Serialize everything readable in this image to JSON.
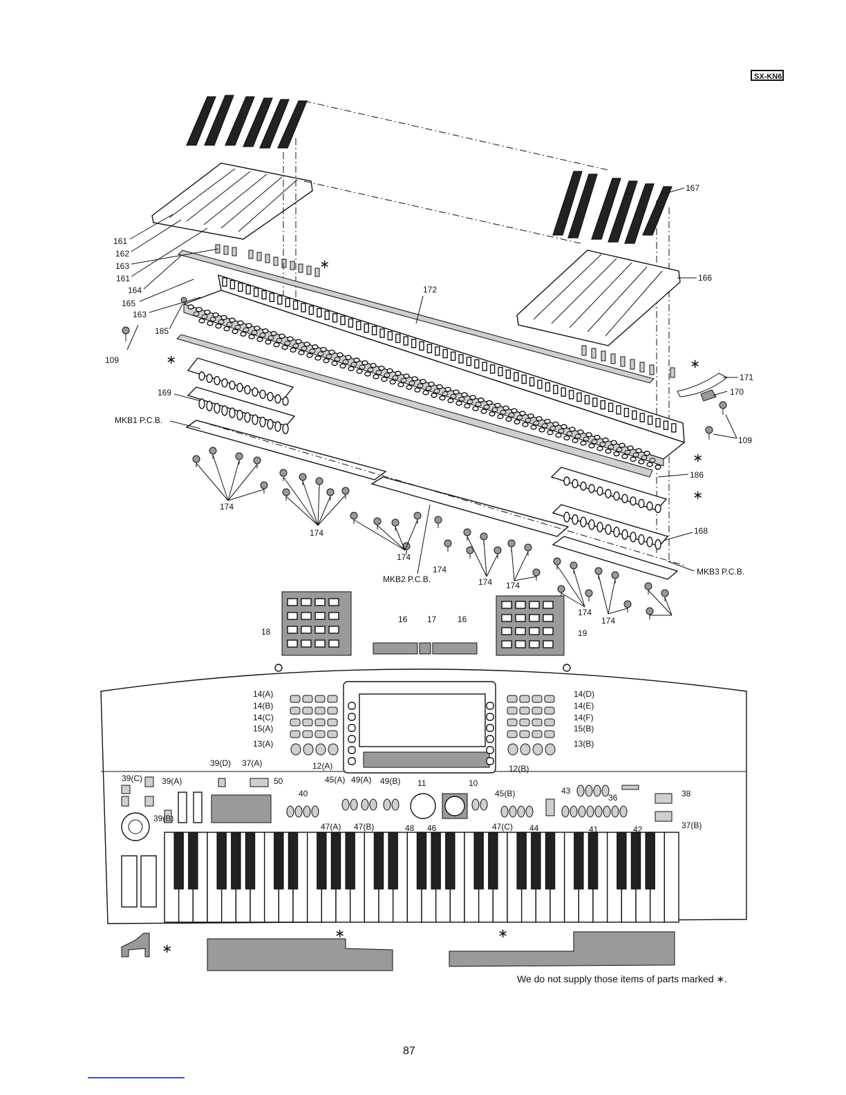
{
  "document": {
    "model_badge": "SX-KN6",
    "page_number": "87",
    "footnote": "We do not supply those items of parts marked ∗."
  },
  "parts_labels": {
    "p161a": "161",
    "p162": "162",
    "p163a": "163",
    "p161b": "161",
    "p164": "164",
    "p165": "165",
    "p163b": "163",
    "p185": "185",
    "p109a": "109",
    "p172": "172",
    "p167": "167",
    "p166": "166",
    "p171": "171",
    "p170": "170",
    "p109b": "109",
    "p169": "169",
    "mkb1": "MKB1 P.C.B.",
    "p186": "186",
    "p168": "168",
    "mkb2": "MKB2 P.C.B.",
    "mkb3": "MKB3 P.C.B.",
    "p174a": "174",
    "p174b": "174",
    "p174c": "174",
    "p174d": "174",
    "p174e": "174",
    "p174f": "174",
    "p174g": "174",
    "p174h": "174",
    "p18": "18",
    "p16a": "16",
    "p17": "17",
    "p16b": "16",
    "p19": "19",
    "p14A": "14(A)",
    "p14B": "14(B)",
    "p14C": "14(C)",
    "p15A": "15(A)",
    "p13A": "13(A)",
    "p14D": "14(D)",
    "p14E": "14(E)",
    "p14F": "14(F)",
    "p15B": "15(B)",
    "p13B": "13(B)",
    "p12A": "12(A)",
    "p12B": "12(B)",
    "p11": "11",
    "p10": "10",
    "p39D": "39(D)",
    "p37A": "37(A)",
    "p39C": "39(C)",
    "p39A": "39(A)",
    "p39B": "39(B)",
    "p50": "50",
    "p45A": "45(A)",
    "p49A": "49(A)",
    "p49B": "49(B)",
    "p40": "40",
    "p47A": "47(A)",
    "p47B": "47(B)",
    "p48": "48",
    "p46": "46",
    "p45B": "45(B)",
    "p47C": "47(C)",
    "p44": "44",
    "p43": "43",
    "p36": "36",
    "p38": "38",
    "p41": "41",
    "p42": "42",
    "p37B": "37(B)"
  },
  "not_supplied_marks": {
    "m1": "∗",
    "m2": "∗",
    "m3": "∗",
    "m4": "∗",
    "m5": "∗",
    "m6": "∗",
    "m7": "∗",
    "m8": "∗",
    "m9": "∗"
  }
}
